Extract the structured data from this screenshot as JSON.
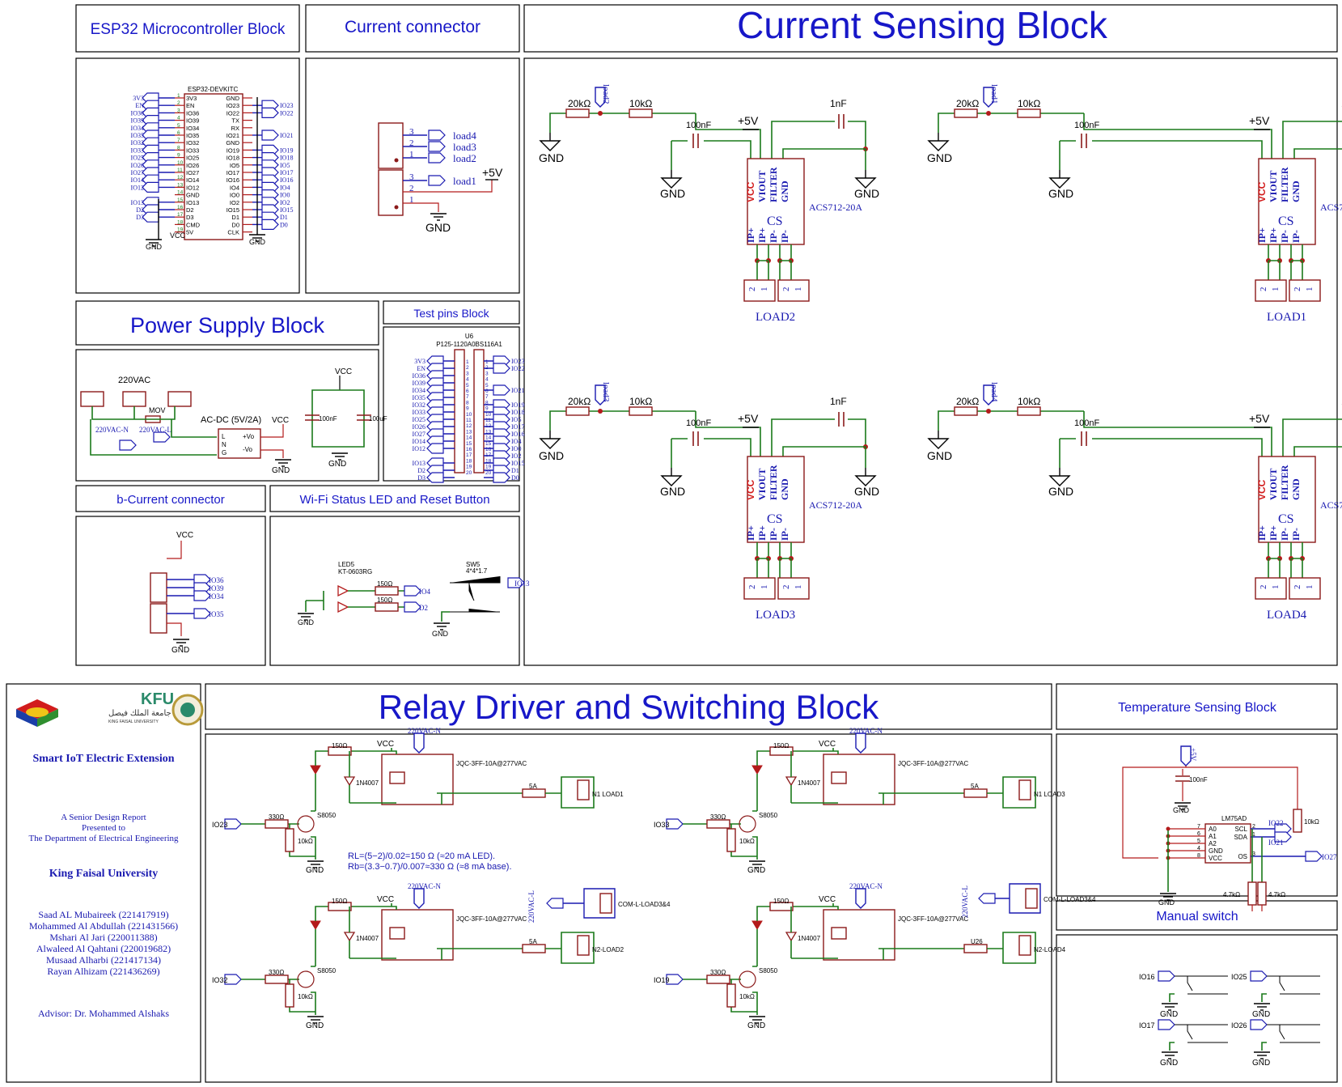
{
  "blocks": {
    "esp32": {
      "title": "ESP32 Microcontroller Block",
      "part": "ESP32-DEVKITC",
      "left_pins": [
        "3V3",
        "EN",
        "IO36",
        "IO39",
        "IO34",
        "IO35",
        "IO32",
        "IO33",
        "IO25",
        "IO26",
        "IO27",
        "IO14",
        "IO12",
        "GND",
        "IO13",
        "D2",
        "D3",
        "CMD",
        "5V"
      ],
      "right_pins": [
        "GND",
        "IO23",
        "IO22",
        "TX",
        "RX",
        "IO21",
        "GND",
        "IO19",
        "IO18",
        "IO5",
        "IO17",
        "IO16",
        "IO4",
        "IO0",
        "IO2",
        "IO15",
        "D1",
        "D0",
        "CLK"
      ],
      "left_nets": [
        "3V3",
        "EN",
        "IO36",
        "IO39",
        "IO34",
        "IO35",
        "IO32",
        "IO33",
        "IO25",
        "IO26",
        "IO27",
        "IO14",
        "IO12",
        "IO13",
        "D2",
        "D3"
      ],
      "right_nets": [
        "IO23",
        "IO22",
        "IO21",
        "IO19",
        "IO18",
        "IO5",
        "IO17",
        "IO16",
        "IO4",
        "IO0",
        "IO2",
        "IO15",
        "D1",
        "D0"
      ],
      "gnd": "GND",
      "vcc": "VCC"
    },
    "current_connector": {
      "title": "Current connector",
      "nets": [
        "load4",
        "load3",
        "load2",
        "load1"
      ],
      "supply": "+5V",
      "gnd": "GND",
      "pins_top": [
        "3",
        "2",
        "1"
      ],
      "pins_bot": [
        "3",
        "2",
        "1"
      ]
    },
    "current_sensing": {
      "title": "Current Sensing Block",
      "units": [
        {
          "net": "load2",
          "connector": "LOAD2"
        },
        {
          "net": "load1",
          "connector": "LOAD1"
        },
        {
          "net": "load3",
          "connector": "LOAD3"
        },
        {
          "net": "load4",
          "connector": "LOAD4"
        }
      ],
      "r1": "20kΩ",
      "r2": "10kΩ",
      "c1": "100nF",
      "c2": "1nF",
      "supply": "+5V",
      "gnd": "GND",
      "ic_name": "CS",
      "ic_part": "ACS712-20A",
      "ic_top_pins": [
        "VCC",
        "VIOUT",
        "FILTER",
        "GND"
      ],
      "ic_bottom_pins": [
        "IP+",
        "IP+",
        "IP-",
        "IP-"
      ]
    },
    "power_supply": {
      "title": "Power Supply Block",
      "ac_label": "220VAC",
      "mov": "MOV",
      "module": "AC-DC (5V/2A)",
      "acn": "220VAC-N",
      "acl": "220VAC-L",
      "pins": [
        "L",
        "N",
        "G",
        "+Vo",
        "-Vo"
      ],
      "vcc": "VCC",
      "gnd": "GND",
      "c1": "100nF",
      "c2": "100uF"
    },
    "test_pins": {
      "title": "Test pins Block",
      "ref": "U6",
      "part": "P125-1120A0BS116A1",
      "left_nets": [
        "3V3",
        "EN",
        "IO36",
        "IO39",
        "IO34",
        "IO35",
        "IO32",
        "IO33",
        "IO25",
        "IO26",
        "IO27",
        "IO14",
        "IO12",
        "IO13",
        "D2",
        "D3"
      ],
      "right_nets": [
        "IO23",
        "IO22",
        "IO21",
        "IO19",
        "IO18",
        "IO5",
        "IO17",
        "IO16",
        "IO4",
        "IO0",
        "IO2",
        "IO15",
        "D1",
        "D0"
      ]
    },
    "b_connector": {
      "title": "b-Current connector",
      "vcc": "VCC",
      "gnd": "GND",
      "nets": [
        "IO36",
        "IO39",
        "IO34",
        "IO35"
      ]
    },
    "wifi": {
      "title": "Wi-Fi Status LED and Reset Button",
      "led": "LED5",
      "led_part": "KT-0603RG",
      "r": "150Ω",
      "nets": [
        "IO4",
        "D2"
      ],
      "sw": "SW5",
      "sw_part": "4*4*1.7",
      "sw_net": "IO13",
      "gnd": "GND"
    },
    "logo": {
      "org_short": "KFU",
      "org_arabic": "جامعة الملك فيصل",
      "org_english": "KING FAISAL UNIVERSITY"
    },
    "report": {
      "project": "Smart IoT Electric Extension",
      "line1": "A Senior Design Report",
      "line2": "Presented to",
      "line3": "The Department of Electrical Engineering",
      "university": "King Faisal University",
      "authors": [
        "Saad AL Mubaireek (221417919)",
        "Mohammed Al Abdullah (221431566)",
        "Mshari Al Jari (220011388)",
        "Alwaleed Al Qahtani (220019682)",
        "Musaad Alharbi (221417134)",
        "Rayan Alhizam (221436269)"
      ],
      "advisor": "Advisor: Dr. Mohammed Alshaks"
    },
    "relay": {
      "title": "Relay Driver and Switching Block",
      "channels": [
        {
          "in": "IO23",
          "out": "N1 LOAD1",
          "fuse": "5A"
        },
        {
          "in": "IO33",
          "out": "N1 LOAD3",
          "fuse": "5A"
        },
        {
          "in": "IO32",
          "out": "N2-LOAD2",
          "fuse": "5A"
        },
        {
          "in": "IO19",
          "out": "N2-LOAD4",
          "fuse": "U26"
        }
      ],
      "r_led": "150Ω",
      "r_base": "330Ω",
      "r_pd": "10kΩ",
      "diode": "1N4007",
      "relay_part": "JQC-3FF-10A@277VAC",
      "transistor": "S8050",
      "vcc": "VCC",
      "acn": "220VAC-N",
      "acl": "220VAC-L",
      "com_a": "COM-L-LOAD3&4",
      "com_b": "COM-L-LOAD3&4",
      "gnd": "GND",
      "note1": "RL=(5−2)/0.02=150 Ω (≈20 mA LED).",
      "note2": "Rb=(3.3−0.7)/0.007≈330 Ω (≈8 mA base)."
    },
    "temperature": {
      "title": "Temperature Sensing Block",
      "supply": "+5V",
      "cap": "100nF",
      "ic": "LM75AD",
      "left_pins": [
        "A0",
        "A1",
        "A2",
        "GND",
        "VCC"
      ],
      "right_pins": [
        "SCL",
        "SDA",
        "OS"
      ],
      "left_nums": [
        "7",
        "6",
        "5",
        "4",
        "8"
      ],
      "right_nums": [
        "2",
        "1",
        "3"
      ],
      "nets": [
        "IO22",
        "IO21",
        "IO27"
      ],
      "r_pullup": "4.7kΩ",
      "r_os": "10kΩ",
      "gnd": "GND"
    },
    "manual": {
      "title": "Manual switch",
      "nets": [
        "IO16",
        "IO25",
        "IO17",
        "IO26"
      ],
      "gnd": "GND"
    }
  }
}
